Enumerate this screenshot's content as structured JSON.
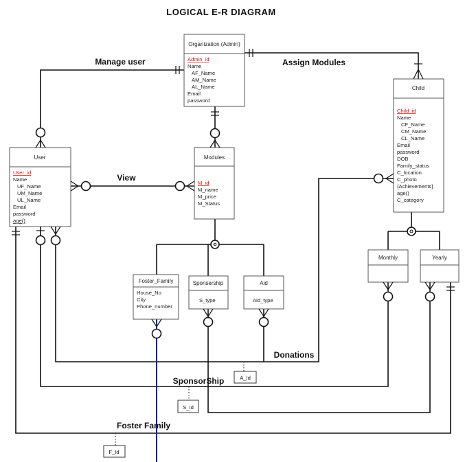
{
  "title": "LOGICAL E-R DIAGRAM",
  "entities": {
    "organization": {
      "title": "Organization (Admin)",
      "key": "Admin_id",
      "attributes": [
        "Name",
        "AF_Name",
        "AM_Name",
        "AL_Name",
        "Email",
        "password"
      ]
    },
    "child": {
      "title": "Child",
      "key": "Child_id",
      "attributes": [
        "Name",
        "CF_Name",
        "CM_Name",
        "CL_Name",
        "Email",
        "password",
        "DOB",
        "Family_status",
        "C_location",
        "C_photo",
        "{Achievements}",
        "age()",
        "C_category"
      ]
    },
    "user": {
      "title": "User",
      "key": "User_id",
      "attributes": [
        "Name",
        "UF_Name",
        "UM_Name",
        "UL_Name",
        "Email",
        "password",
        "age()"
      ]
    },
    "modules": {
      "title": "Modules",
      "key": "M_id",
      "attributes": [
        "M_name",
        "M_price",
        "M_Status"
      ]
    },
    "foster_family": {
      "title": "Foster_Family",
      "attributes": [
        "House_No",
        "City",
        "Phone_number"
      ]
    },
    "sponsorship": {
      "title": "Sponsership",
      "attributes": [
        "S_type"
      ]
    },
    "aid": {
      "title": "Aid",
      "attributes": [
        "Aid_type"
      ]
    },
    "monthly": {
      "title": "Monthly"
    },
    "yearly": {
      "title": "Yearly"
    }
  },
  "relationships": {
    "manage_user": "Manage user",
    "assign_modules": "Assign Modules",
    "view": "View",
    "donations": "Donations",
    "sponsorship": "SponsorShip",
    "foster_family": "Foster Family"
  },
  "notes": {
    "a_id": "A_Id",
    "s_id": "S_Id",
    "f_id": "F_Id"
  },
  "colors": {
    "key_attribute": "#d01818",
    "foster_link": "#1a237e"
  }
}
